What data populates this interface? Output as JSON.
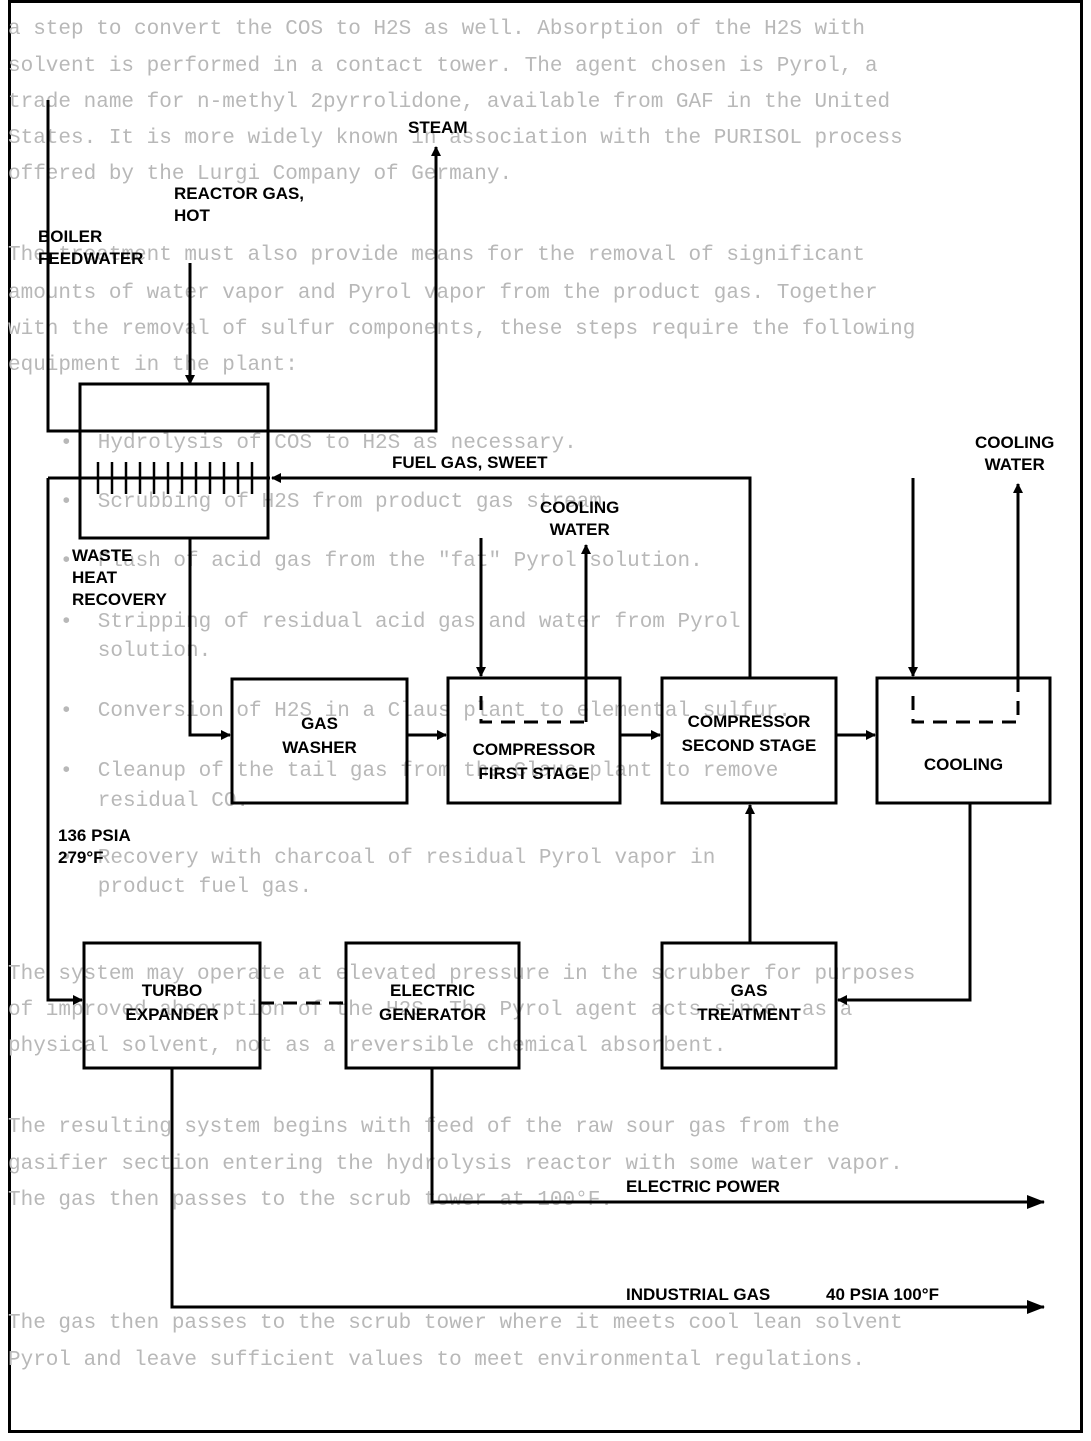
{
  "background_text": {
    "lines": [
      "a step to convert the COS to H2S as well. Absorption of the H2S with",
      "solvent is performed in a contact tower. The agent chosen is Pyrol, a",
      "trade name for n-methyl 2pyrrolidone, available from GAF in the United",
      "States. It is more widely known in association with the PURISOL process",
      "offered by the Lurgi Company of Germany.",
      "The treatment must also provide means for the removal of significant",
      "amounts of water vapor and Pyrol vapor from the product gas. Together",
      "with the removal of sulfur components, these steps require the following",
      "equipment in the plant:",
      "•  Hydrolysis of COS to H2S as necessary.",
      "•  Scrubbing of H2S from product gas stream.",
      "•  Flash of acid gas from the \"fat\" Pyrol solution.",
      "•  Stripping of residual acid gas and water from Pyrol",
      "   solution.",
      "•  Conversion of H2S in a Claus plant to elemental sulfur.",
      "•  Cleanup of the tail gas from the Claus plant to remove",
      "   residual CO.",
      "•  Recovery with charcoal of residual Pyrol vapor in",
      "   product fuel gas.",
      "The system may operate at elevated pressure in the scrubber for purposes",
      "of improved absorption of the H2S. The Pyrol agent acts since, as a",
      "physical solvent, not as a reversible chemical absorbent.",
      "The resulting system begins with feed of the raw sour gas from the",
      "gasifier section entering the hydrolysis reactor with some water vapor.",
      "The gas then passes to the scrub tower at 100°F.",
      "The gas then passes to the scrub tower where it meets cool lean solvent",
      "Pyrol and leave sufficient values to meet environmental regulations."
    ]
  },
  "labels": {
    "steam": "STEAM",
    "reactor_gas": "REACTOR GAS,\nHOT",
    "boiler_feedwater": "BOILER\nFEEDWATER",
    "fuel_gas": "FUEL GAS, SWEET",
    "cooling_water_mid": "COOLING\nWATER",
    "cooling_water_right": "COOLING\nWATER",
    "waste_heat_recovery": "WASTE\nHEAT\nRECOVERY",
    "pressure_temp": "136 PSIA\n279°F",
    "electric_power": "ELECTRIC POWER",
    "industrial_gas": "INDUSTRIAL GAS",
    "industrial_gas_conditions": "40 PSIA 100°F"
  },
  "boxes": {
    "gas_washer": "GAS\nWASHER",
    "compressor_first": "COMPRESSOR\nFIRST STAGE",
    "compressor_second": "COMPRESSOR\nSECOND STAGE",
    "cooling": "COOLING",
    "turbo_expander": "TURBO\nEXPANDER",
    "electric_generator": "ELECTRIC\nGENERATOR",
    "gas_treatment": "GAS\nTREATMENT"
  }
}
